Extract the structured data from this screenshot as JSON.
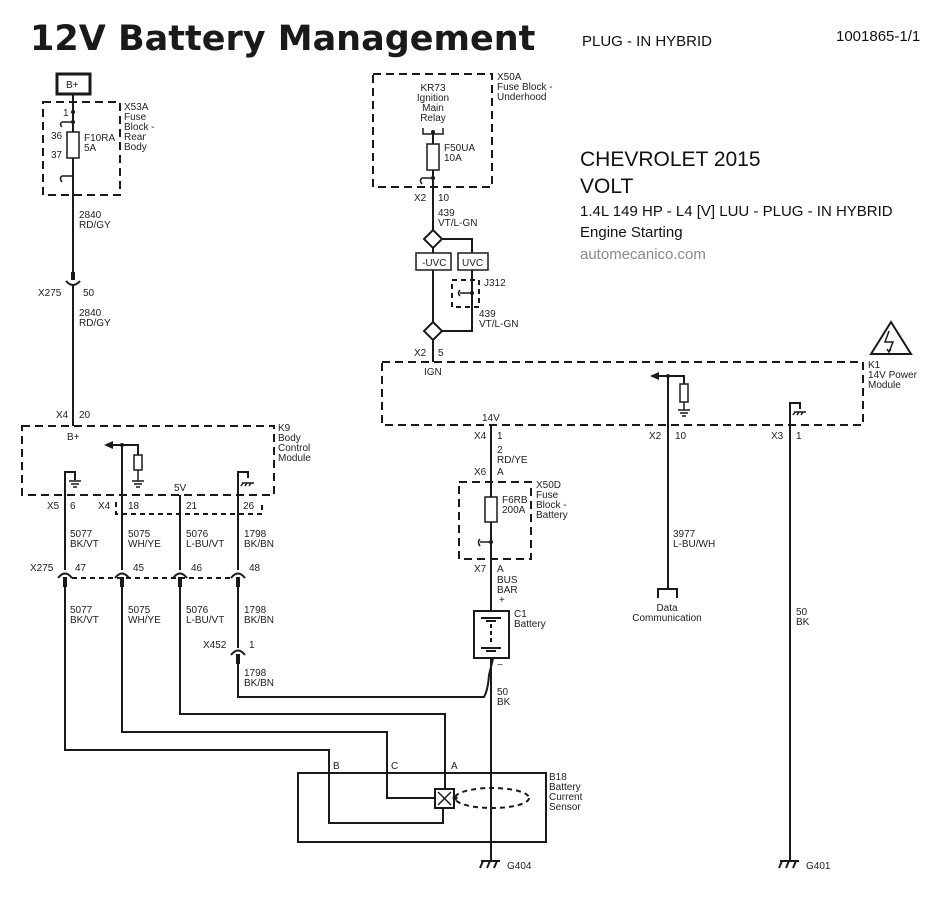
{
  "header": {
    "title": "12V Battery Management",
    "category": "PLUG - IN HYBRID",
    "doc_id": "1001865-1/1"
  },
  "vehicle": {
    "make_year": "CHEVROLET 2015",
    "model": "VOLT",
    "engine": "1.4L 149 HP - L4 [V] LUU - PLUG - IN HYBRID",
    "system": "Engine Starting",
    "source": "automecanico.com"
  },
  "components": {
    "bplus_source": "B+",
    "x53a": {
      "id": "X53A",
      "name_lines": [
        "Fuse",
        "Block -",
        "Rear",
        "Body"
      ],
      "fuse": "F10RA",
      "rating": "5A",
      "pin_in": "1",
      "pin_a": "36",
      "pin_b": "37"
    },
    "x50a": {
      "id": "X50A",
      "name_lines": [
        "Fuse Block -",
        "Underhood"
      ],
      "relay_lines": [
        "KR73",
        "Ignition",
        "Main",
        "Relay"
      ],
      "fuse": "F50UA",
      "rating": "10A"
    },
    "uvc_neg": "-UVC",
    "uvc_pos": "UVC",
    "j312": "J312",
    "k1": {
      "id": "K1",
      "name_lines": [
        "14V Power",
        "Module"
      ],
      "ign_label": "IGN",
      "v14_label": "14V"
    },
    "k9": {
      "id": "K9",
      "name_lines": [
        "Body",
        "Control",
        "Module"
      ],
      "bplus_label": "B+",
      "v5_label": "5V"
    },
    "x50d": {
      "id": "X50D",
      "name_lines": [
        "Fuse",
        "Block -",
        "Battery"
      ],
      "fuse": "F6RB",
      "rating": "200A"
    },
    "c1": {
      "id": "C1",
      "name": "Battery",
      "bus_lines": [
        "BUS",
        "BAR",
        "+"
      ],
      "neg": "−"
    },
    "b18": {
      "id": "B18",
      "name_lines": [
        "Battery",
        "Current",
        "Sensor"
      ],
      "pin_a": "A",
      "pin_b": "B",
      "pin_c": "C"
    },
    "data_comm_lines": [
      "Data",
      "Communication"
    ],
    "g404": "G404",
    "g401": "G401"
  },
  "connectors": {
    "x2_10": {
      "conn": "X2",
      "pin": "10"
    },
    "x2_5": {
      "conn": "X2",
      "pin": "5"
    },
    "x275_50": {
      "conn": "X275",
      "pin": "50"
    },
    "x4_20": {
      "conn": "X4",
      "pin": "20"
    },
    "x4_1": {
      "conn": "X4",
      "pin": "1"
    },
    "x6_a": {
      "conn": "X6",
      "pin": "A"
    },
    "x7_a": {
      "conn": "X7",
      "pin": "A"
    },
    "k1_x2_10": {
      "conn": "X2",
      "pin": "10"
    },
    "k1_x3_1": {
      "conn": "X3",
      "pin": "1"
    },
    "k9_x5_6": {
      "conn": "X5",
      "pin": "6"
    },
    "k9_x4_18": {
      "conn": "X4",
      "pin": "18"
    },
    "k9_21": {
      "pin": "21"
    },
    "k9_26": {
      "pin": "26"
    },
    "x275_row": {
      "conn": "X275",
      "pins": [
        "47",
        "45",
        "46",
        "48"
      ]
    },
    "x452_1": {
      "conn": "X452",
      "pin": "1"
    }
  },
  "wires": {
    "w2840_a": {
      "circuit": "2840",
      "color": "RD/GY"
    },
    "w2840_b": {
      "circuit": "2840",
      "color": "RD/GY"
    },
    "w439_a": {
      "circuit": "439",
      "color": "VT/L-GN"
    },
    "w439_b": {
      "circuit": "439",
      "color": "VT/L-GN"
    },
    "w2_rdye": {
      "circuit": "2",
      "color": "RD/YE"
    },
    "w3977": {
      "circuit": "3977",
      "color": "L-BU/WH"
    },
    "w50_k1": {
      "circuit": "50",
      "color": "BK"
    },
    "w50_batt": {
      "circuit": "50",
      "color": "BK"
    },
    "upper": [
      {
        "circuit": "5077",
        "color": "BK/VT"
      },
      {
        "circuit": "5075",
        "color": "WH/YE"
      },
      {
        "circuit": "5076",
        "color": "L-BU/VT"
      },
      {
        "circuit": "1798",
        "color": "BK/BN"
      }
    ],
    "lower": [
      {
        "circuit": "5077",
        "color": "BK/VT"
      },
      {
        "circuit": "5075",
        "color": "WH/YE"
      },
      {
        "circuit": "5076",
        "color": "L-BU/VT"
      },
      {
        "circuit": "1798",
        "color": "BK/BN"
      }
    ],
    "w1798_x452": {
      "circuit": "1798",
      "color": "BK/BN"
    }
  }
}
